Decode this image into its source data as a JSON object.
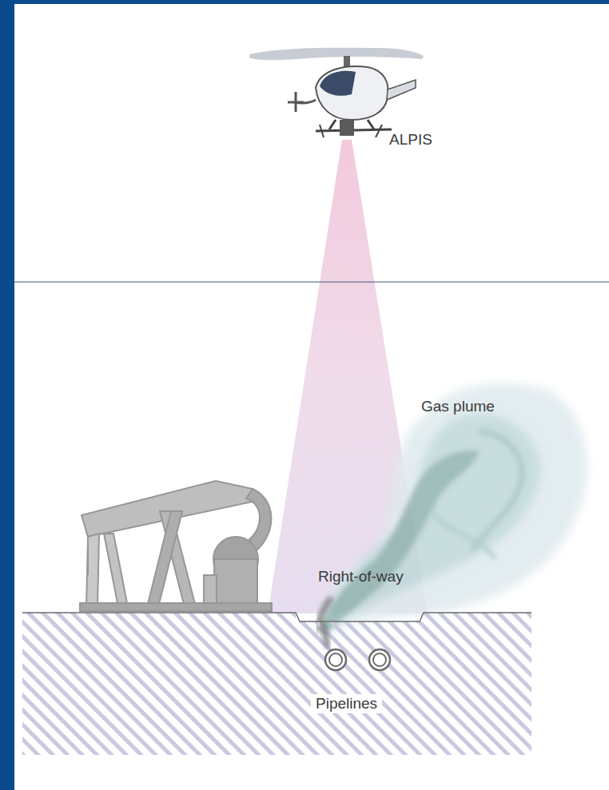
{
  "diagram": {
    "labels": [
      "ALPIS",
      "Gas plume",
      "Right-of-way",
      "Pipelines"
    ]
  }
}
